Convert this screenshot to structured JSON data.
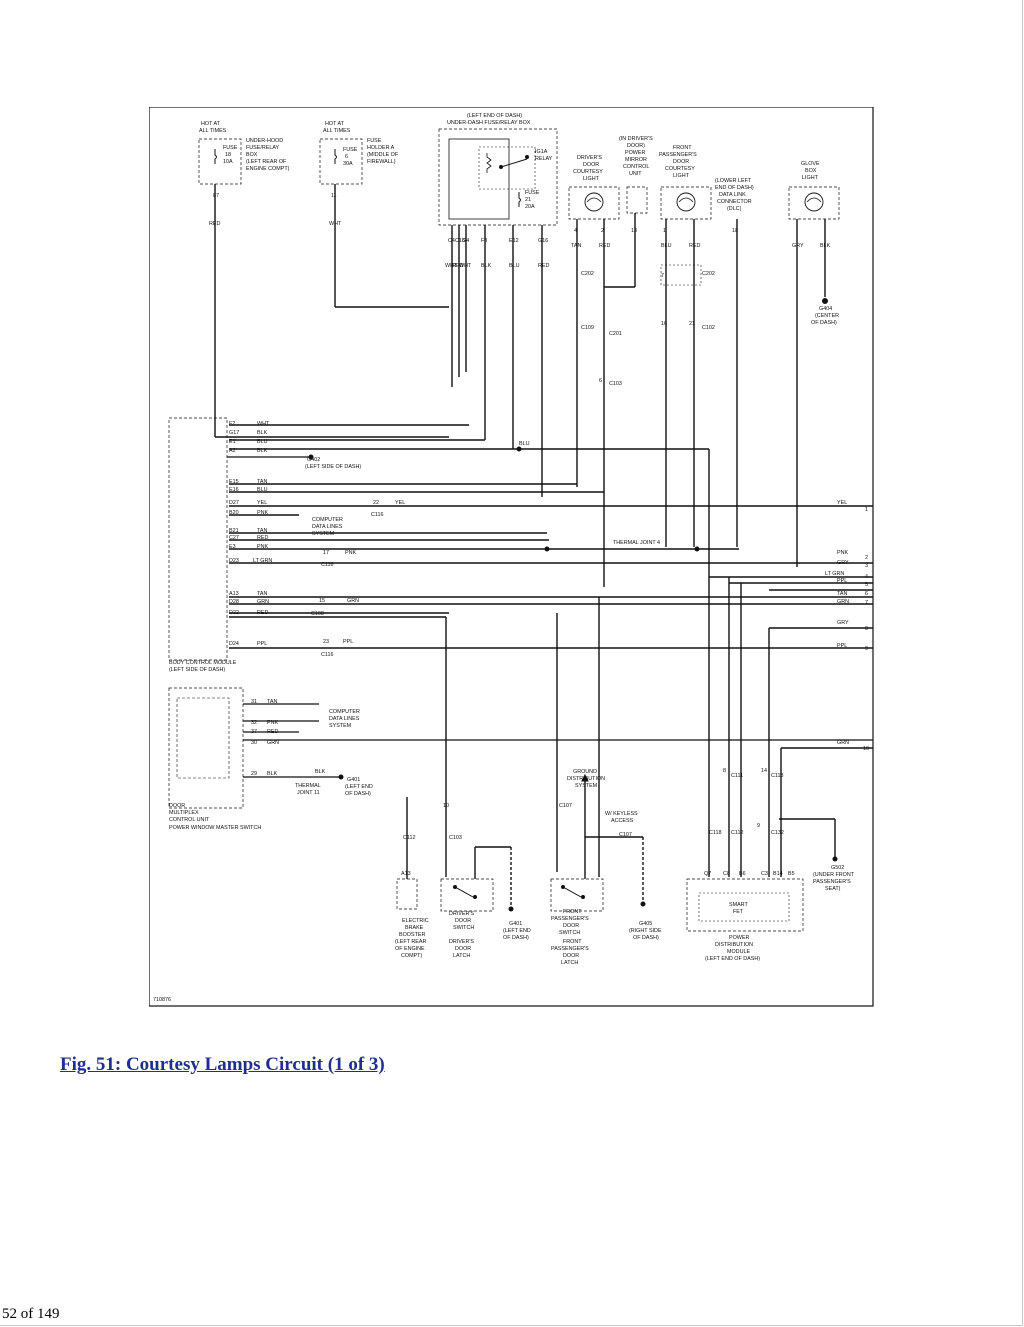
{
  "figure": {
    "id": "710876",
    "caption": "Fig. 51: Courtesy Lamps Circuit (1 of 3)"
  },
  "page_number": "52 of 149",
  "labels": {
    "hot1": [
      "HOT AT",
      "ALL TIMES"
    ],
    "hot2": [
      "HOT AT",
      "ALL TIMES"
    ],
    "fuse18": [
      "FUSE",
      "18",
      "10A"
    ],
    "underhood": [
      "UNDER-HOOD",
      "FUSE/RELAY",
      "BOX",
      "(LEFT REAR OF",
      "ENGINE COMPT)"
    ],
    "fuse6": [
      "FUSE",
      "6",
      "30A"
    ],
    "holderA": [
      "FUSE",
      "HOLDER A",
      "(MIDDLE OF",
      "FIREWALL)"
    ],
    "underdash": [
      "(LEFT END OF DASH)",
      "UNDER-DASH FUSE/RELAY BOX"
    ],
    "ig1a": [
      "IG1A",
      "RELAY"
    ],
    "fuse21": [
      "FUSE",
      "21",
      "20A"
    ],
    "driver_courtesy": [
      "DRIVER'S",
      "DOOR",
      "COURTESY",
      "LIGHT"
    ],
    "mirror": [
      "(IN DRIVER'S",
      "DOOR)",
      "POWER",
      "MIRROR",
      "CONTROL",
      "UNIT"
    ],
    "pass_courtesy": [
      "FRONT",
      "PASSENGER'S",
      "DOOR",
      "COURTESY",
      "LIGHT"
    ],
    "dlc": [
      "(LOWER LEFT",
      "END OF DASH)",
      "DATA LINK",
      "CONNECTOR",
      "(DLC)"
    ],
    "glovebox": [
      "GLOVE",
      "BOX",
      "LIGHT"
    ],
    "g404": [
      "G404",
      "(CENTER",
      "OF DASH)"
    ],
    "g402": [
      "G402",
      "(LEFT SIDE OF DASH)"
    ],
    "computer1": [
      "COMPUTER",
      "DATA LINES",
      "SYSTEM"
    ],
    "computer2": [
      "COMPUTER",
      "DATA LINES",
      "SYSTEM"
    ],
    "thermal4": "THERMAL JOINT 4",
    "bcm": [
      "BODY CONTROL MODULE",
      "(LEFT SIDE OF DASH)"
    ],
    "dmcu": [
      "DOOR",
      "MULTIPLEX",
      "CONTROL UNIT"
    ],
    "pwms": "POWER WINDOW MASTER SWITCH",
    "thermal11": [
      "THERMAL",
      "JOINT 11"
    ],
    "g401a": [
      "G401",
      "(LEFT END",
      "OF DASH)"
    ],
    "ground_dist": [
      "GROUND",
      "DISTRIBUTION",
      "SYSTEM"
    ],
    "keyless": [
      "W/ KEYLESS",
      "ACCESS"
    ],
    "ebb": [
      "ELECTRIC",
      "BRAKE",
      "BOOSTER",
      "(LEFT REAR",
      "OF ENGINE",
      "COMPT)"
    ],
    "dds": [
      "DRIVER'S",
      "DOOR",
      "SWITCH"
    ],
    "ddl": [
      "DRIVER'S",
      "DOOR",
      "LATCH"
    ],
    "g401b": [
      "G401",
      "(LEFT END",
      "OF DASH)"
    ],
    "fpds": [
      "FRONT",
      "PASSENGER'S",
      "DOOR",
      "SWITCH"
    ],
    "fpdl": [
      "FRONT",
      "PASSENGER'S",
      "DOOR",
      "LATCH"
    ],
    "g405": [
      "G405",
      "(RIGHT SIDE",
      "OF DASH)"
    ],
    "smartfet": [
      "SMART",
      "FET"
    ],
    "pdm": [
      "POWER",
      "DISTRIBUTION",
      "MODULE",
      "(LEFT END OF DASH)"
    ],
    "g502": [
      "G502",
      "(UNDER FRONT",
      "PASSENGER'S",
      "SEAT)"
    ]
  },
  "bcm_pins": [
    {
      "pin": "F2",
      "color": "WHT"
    },
    {
      "pin": "G17",
      "color": "BLK"
    },
    {
      "pin": "E1",
      "color": "BLU"
    },
    {
      "pin": "A2",
      "color": "BLK"
    },
    {
      "pin": "E15",
      "color": "TAN"
    },
    {
      "pin": "E16",
      "color": "BLU"
    },
    {
      "pin": "D27",
      "color": "YEL"
    },
    {
      "pin": "B20",
      "color": "PNK"
    },
    {
      "pin": "B21",
      "color": "TAN"
    },
    {
      "pin": "C27",
      "color": "RED"
    },
    {
      "pin": "E3",
      "color": "PNK"
    },
    {
      "pin": "D23",
      "color": "LT GRN"
    },
    {
      "pin": "A13",
      "color": "TAN"
    },
    {
      "pin": "D28",
      "color": "GRN"
    },
    {
      "pin": "D22",
      "color": "RED"
    },
    {
      "pin": "D24",
      "color": "PPL"
    }
  ],
  "dmcu_pins": [
    {
      "pin": "31",
      "color": "TAN"
    },
    {
      "pin": "32",
      "color": "PNK"
    },
    {
      "pin": "37",
      "color": "RED"
    },
    {
      "pin": "30",
      "color": "GRN"
    },
    {
      "pin": "29",
      "color": "BLK"
    }
  ],
  "underdash_pins": [
    {
      "pin": "C4",
      "color": "WHT"
    },
    {
      "pin": "C13",
      "color": "RED"
    },
    {
      "pin": "G4",
      "color": "WHT"
    },
    {
      "pin": "F3",
      "color": "BLK"
    },
    {
      "pin": "E12",
      "color": "BLU"
    },
    {
      "pin": "G16",
      "color": "RED"
    }
  ],
  "right_edge": [
    {
      "color": "YEL",
      "num": "1"
    },
    {
      "color": "PNK",
      "num": "2"
    },
    {
      "color": "GRY",
      "num": "3"
    },
    {
      "color": "LT GRN",
      "num": "4"
    },
    {
      "color": "PPL",
      "num": "5"
    },
    {
      "color": "TAN",
      "num": "6"
    },
    {
      "color": "GRN",
      "num": "7"
    },
    {
      "color": "GRY",
      "num": "8"
    },
    {
      "color": "PPL",
      "num": "9"
    },
    {
      "color": "GRN",
      "num": "10"
    }
  ],
  "connector_labels": {
    "c116a": "C116",
    "c116b": "C116",
    "c116c": "C116",
    "c108": "C108",
    "c202a": "C202",
    "c109": "C109",
    "c201": "C201",
    "c103": "C103",
    "c202b": "C202",
    "c102": "C102",
    "c112a": "C112",
    "c103b": "C103",
    "c107a": "C107",
    "c107b": "C107",
    "c118a": "C118",
    "c112b": "C112",
    "c111": "C111",
    "c118b": "C118",
    "c132": "C132"
  },
  "mid_labels": {
    "n22": "22",
    "yel1": "YEL",
    "n17": "17",
    "pnk1": "PNK",
    "n15": "15",
    "grn1": "GRN",
    "n23": "23",
    "ppl1": "PPL",
    "blu_bus": "BLU",
    "blk_g401": "BLK",
    "w_red": "RED",
    "w_wht": "WHT",
    "w_tan": "TAN",
    "w_blu": "BLU",
    "w_gry": "GRY",
    "w_blk": "BLK",
    "w_ltgrn": "LT GRN",
    "w_grn": "GRN",
    "w_ppl": "PPL",
    "n87": "87",
    "n11": "11",
    "n4": "4",
    "n2": "2",
    "n13": "13",
    "n1": "1",
    "n18": "18",
    "n7": "7",
    "n16": "16",
    "n21": "21",
    "n6": "6",
    "n10": "10",
    "n14": "14",
    "n8": "8",
    "n9": "9",
    "p_a13": "A13",
    "p_q7": "Q7",
    "p_c8": "C8",
    "p_b6": "B6",
    "p_c3": "C3",
    "p_b14": "B14",
    "p_b5": "B5"
  }
}
